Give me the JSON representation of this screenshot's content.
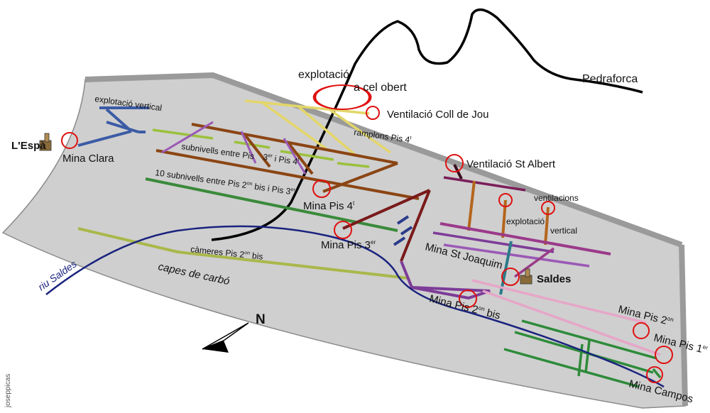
{
  "mountain_label": "Pedraforca",
  "open_pit": {
    "text1": "explotació",
    "text2": "a cel obert"
  },
  "vent_coll_jou": "Ventilació Coll de Jou",
  "ramplons": "ramplons Pis 4",
  "ramplons_sup": "t",
  "explotacio_vertical_left": "explotació vertical",
  "espa": "L'Espà",
  "mina_clara": "Mina Clara",
  "subnivells": "subnivells entre Pis",
  "subnivells2_pre": "3",
  "subnivells2_sup": "er",
  "subnivells2_post": " i Pis 4",
  "subnivells2_sup2": "t",
  "ten_subnivells_pre": "10 subnivells entre Pis 2",
  "ten_subnivells_sup1": "on",
  "ten_subnivells_mid": " bis i Pis 3",
  "ten_subnivells_sup2": "er",
  "mina_pis4": "Mina Pis 4",
  "mina_pis4_sup": "t",
  "mina_pis3": "Mina Pis 3",
  "mina_pis3_sup": "er",
  "vent_st_albert": "Ventilació St Albert",
  "ventilacions": "ventilacions",
  "explotacio_vertical_right1": "explotació",
  "explotacio_vertical_right2": "vertical",
  "mina_st_joaquim": "Mina St Joaquim",
  "saldes": "Saldes",
  "cameres": "càmeres Pis 2",
  "cameres_sup": "on",
  "cameres_post": " bis",
  "riu_saldes": "riu Saldes",
  "capes": "capes de carbó",
  "mina_pis2bis": "Mina Pis 2",
  "mina_pis2bis_sup": "on",
  "mina_pis2bis_post": " bis",
  "mina_pis2": "Mina Pis 2",
  "mina_pis2_sup": "on",
  "mina_pis1": "Mina Pis 1",
  "mina_pis1_sup": "er",
  "mina_campos": "Mina Campos",
  "north": "N",
  "author": "joseppicas",
  "colors": {
    "terrain": "#cfcfcf",
    "terrain_edge": "#9a9a9a",
    "circle": "#e01010",
    "river": "#1a237e"
  }
}
